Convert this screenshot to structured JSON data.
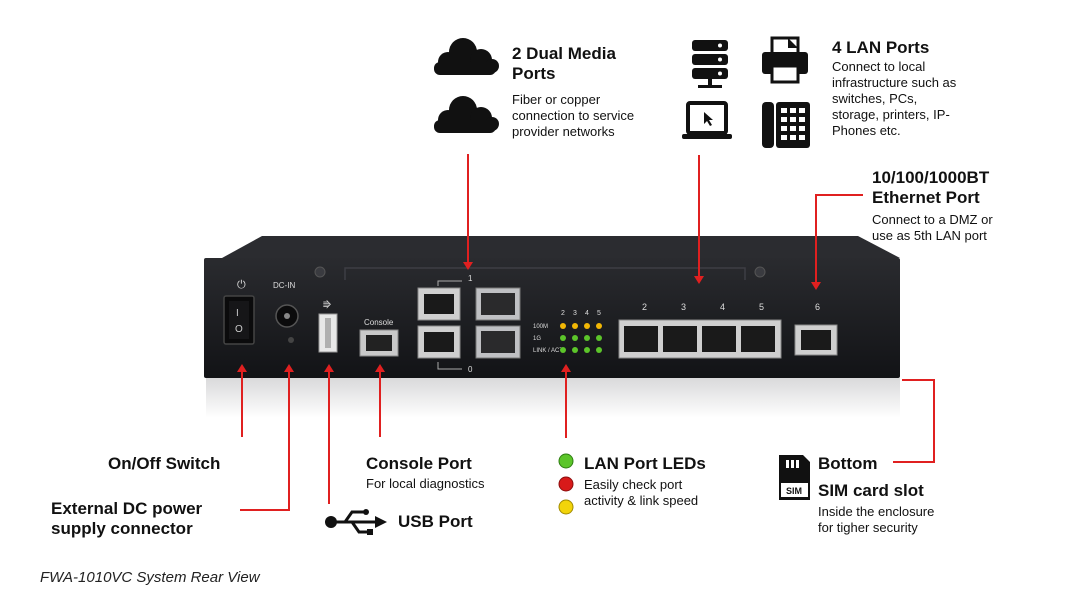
{
  "colors": {
    "callout_line": "#e02020",
    "device_body": "#1c1d20",
    "led_amber": "#f2b705",
    "led_green": "#5cc52a",
    "led_red": "#d81a1a"
  },
  "device": {
    "power_label": "⏻",
    "switch_on": "I",
    "switch_off": "O",
    "dcin_label": "DC-IN",
    "usb_symbol": "⭆",
    "console_label": "Console",
    "dual_top_num": "1",
    "dual_bottom_num": "0",
    "led_numbers": [
      "2",
      "3",
      "4",
      "5"
    ],
    "led_rows": [
      "100M",
      "1G",
      "LINK / ACT"
    ],
    "lan_numbers": [
      "2",
      "3",
      "4",
      "5",
      "6"
    ]
  },
  "annotations": {
    "dual_media": {
      "title_line1": "2 Dual Media",
      "title_line2": "Ports",
      "desc": [
        "Fiber or copper",
        "connection to service",
        "provider networks"
      ]
    },
    "lan_ports": {
      "title": "4 LAN Ports",
      "desc": [
        "Connect to local",
        "infrastructure such as",
        "switches, PCs,",
        "storage, printers, IP-",
        "Phones etc."
      ]
    },
    "ethernet": {
      "title_line1": "10/100/1000BT",
      "title_line2": "Ethernet Port",
      "desc": [
        "Connect to a DMZ or",
        "use as 5th LAN port"
      ]
    },
    "onoff": {
      "title": "On/Off Switch"
    },
    "dc_power": {
      "title_line1": "External DC power",
      "title_line2": "supply connector"
    },
    "usb": {
      "title": "USB Port"
    },
    "console": {
      "title": "Console Port",
      "desc": "For local diagnostics"
    },
    "leds": {
      "title": "LAN Port LEDs",
      "desc": [
        "Easily check port",
        "activity & link speed"
      ]
    },
    "sim": {
      "title_line1": "Bottom",
      "title_line2": "SIM card slot",
      "icon_label": "SIM",
      "desc": [
        "Inside the enclosure",
        "for tigher security"
      ]
    }
  },
  "caption": "FWA-1010VC System Rear View"
}
